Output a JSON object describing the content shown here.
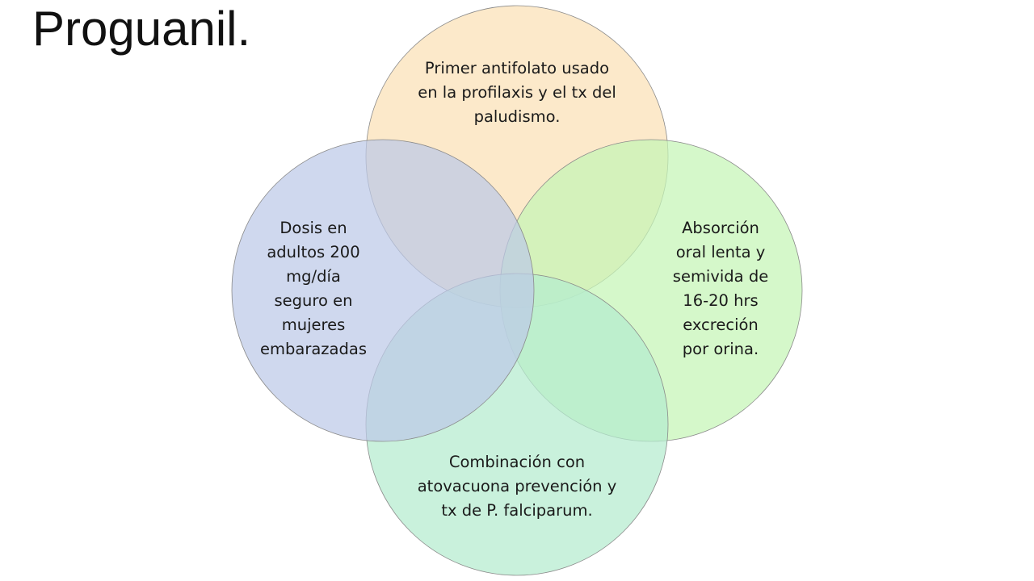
{
  "slide": {
    "title": "Proguanil."
  },
  "diagram": {
    "type": "venn-4",
    "colors": {
      "top": "#fbe1b5",
      "right": "#c5f5b5",
      "bottom": "#b4eccf",
      "left": "#bdc9e8",
      "outline": "#8a8a8a"
    },
    "circles": [
      {
        "id": "top",
        "text": "Primer antifolato usado\nen la profilaxis y el tx del\npaludismo."
      },
      {
        "id": "right",
        "text": "Absorción\noral lenta y\nsemivida de\n16-20 hrs\nexcreción\npor orina."
      },
      {
        "id": "bottom",
        "text": "Combinación con\natovacuona prevención y\ntx de P. falciparum."
      },
      {
        "id": "left",
        "text": "Dosis en\nadultos 200\nmg/día\nseguro en\nmujeres\nembarazadas"
      }
    ]
  }
}
